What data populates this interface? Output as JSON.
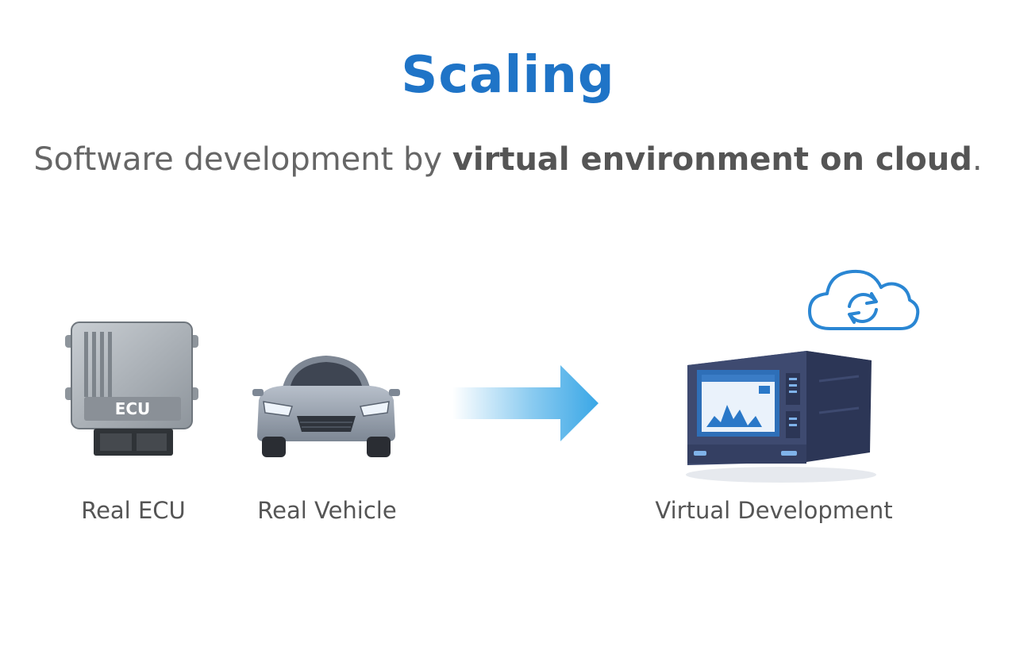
{
  "title": "Scaling",
  "subtitle": {
    "prefix": "Software development by ",
    "emphasis": "virtual environment on cloud",
    "suffix": "."
  },
  "ecu": {
    "badge": "ECU",
    "label": "Real ECU"
  },
  "vehicle": {
    "label": "Real Vehicle"
  },
  "virtual": {
    "label": "Virtual Development"
  },
  "colors": {
    "accent": "#1f74c7",
    "arrow": "#3aa7e6",
    "server_body": "#3e4a70",
    "screen": "#2e6fb8"
  },
  "icons": [
    "ecu-icon",
    "car-icon",
    "arrow-right-icon",
    "server-icon",
    "cloud-sync-icon"
  ]
}
